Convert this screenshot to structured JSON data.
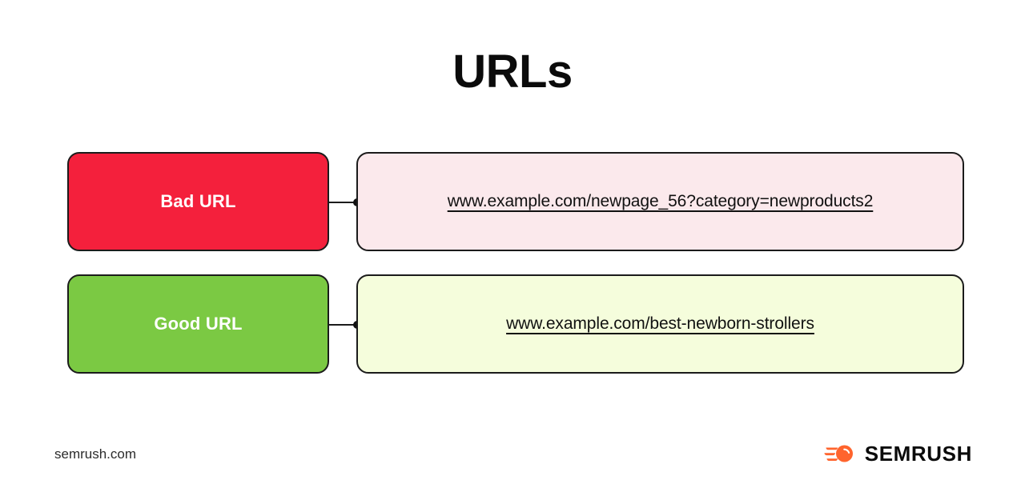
{
  "title": "URLs",
  "rows": [
    {
      "label": "Bad URL",
      "url": "www.example.com/newpage_56?category=newproducts2",
      "box_color": "#F4203C",
      "panel_color": "#FBE9EC",
      "label_text_color": "#FFFFFF"
    },
    {
      "label": "Good URL",
      "url": "www.example.com/best-newborn-strollers",
      "box_color": "#7BC943",
      "panel_color": "#F5FDDC",
      "label_text_color": "#FFFFFF"
    }
  ],
  "footer": {
    "site": "semrush.com",
    "logo_word": "SEMRUSH",
    "logo_icon": "semrush-comet-icon",
    "logo_mark_color": "#FF642D",
    "logo_word_color": "#0B0B0B"
  }
}
